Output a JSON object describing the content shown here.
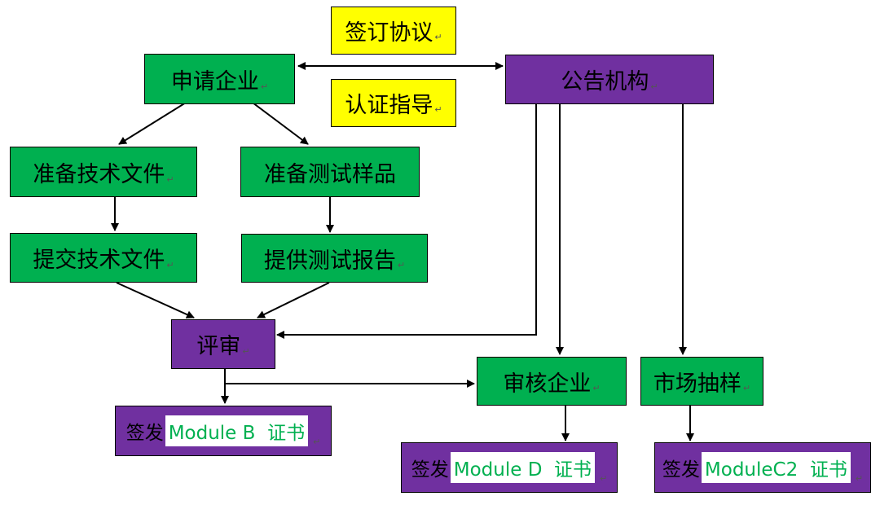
{
  "boxes": {
    "agreement": "签订协议",
    "guidance": "认证指导",
    "applicant": "申请企业",
    "notified_body": "公告机构",
    "prepare_docs": "准备技术文件",
    "prepare_samples": "准备测试样品",
    "submit_docs": "提交技术文件",
    "test_report": "提供测试报告",
    "review": "评审",
    "audit_company": "审核企业",
    "market_sampling": "市场抽样"
  },
  "certificates": {
    "issue_prefix": "签发",
    "module_b": "Module B",
    "module_d": "Module D",
    "module_c2": "ModuleC2",
    "cert_suffix": "证书"
  },
  "paragraph_mark": "↵",
  "colors": {
    "green": "#00b050",
    "purple": "#7030a0",
    "yellow": "#ffff00",
    "cert_text": "#00b050"
  }
}
